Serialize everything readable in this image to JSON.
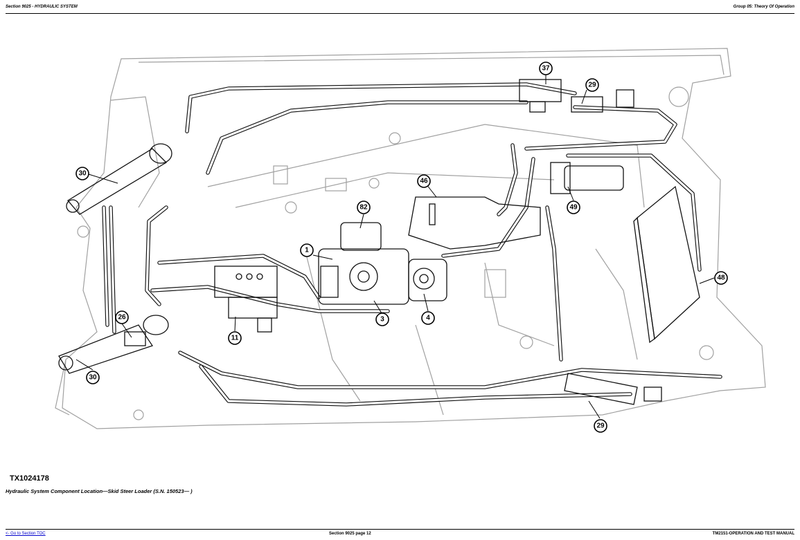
{
  "header": {
    "left": "Section 9025 - HYDRAULIC SYSTEM",
    "right": "Group 05: Theory Of Operation"
  },
  "figure": {
    "id": "TX1024178",
    "caption": "Hydraulic System Component Location—Skid Steer Loader (S.N. 150523— )"
  },
  "callouts": [
    "37",
    "29",
    "30",
    "46",
    "82",
    "49",
    "1",
    "48",
    "3",
    "4",
    "26",
    "11",
    "30",
    "29"
  ],
  "footer": {
    "link": "<- Go to Section TOC",
    "center": "Section 9025 page 12",
    "right": "TM2151-OPERATION AND TEST MANUAL"
  }
}
